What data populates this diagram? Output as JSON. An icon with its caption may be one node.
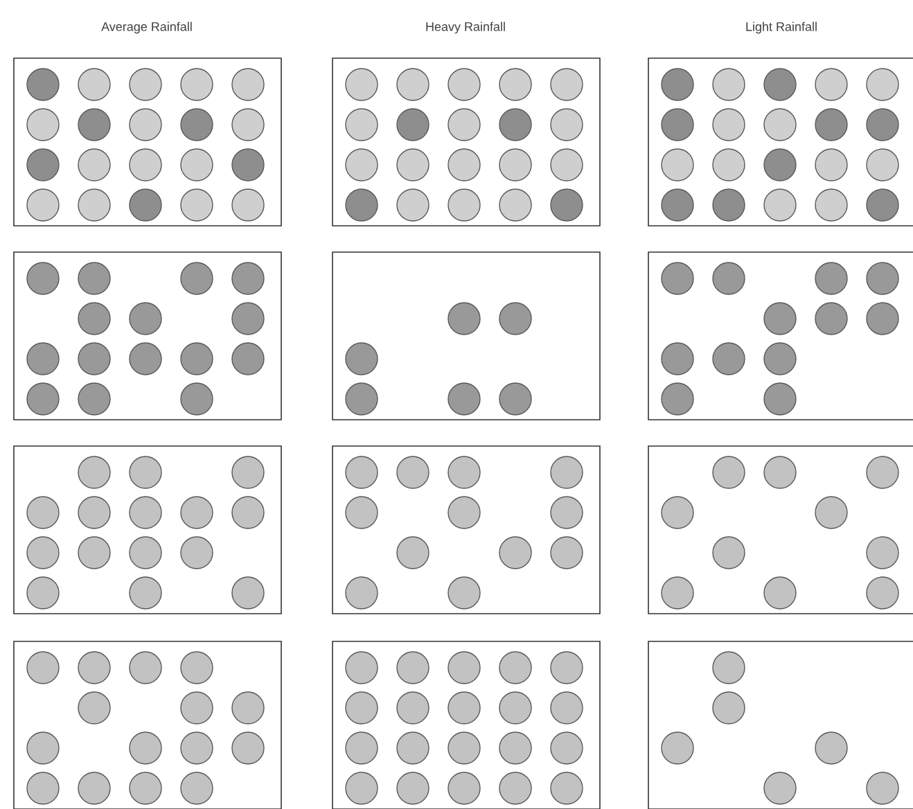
{
  "diagram": {
    "labels": [
      "Average Rainfall",
      "Heavy Rainfall",
      "Light Rainfall"
    ]
  }
}
